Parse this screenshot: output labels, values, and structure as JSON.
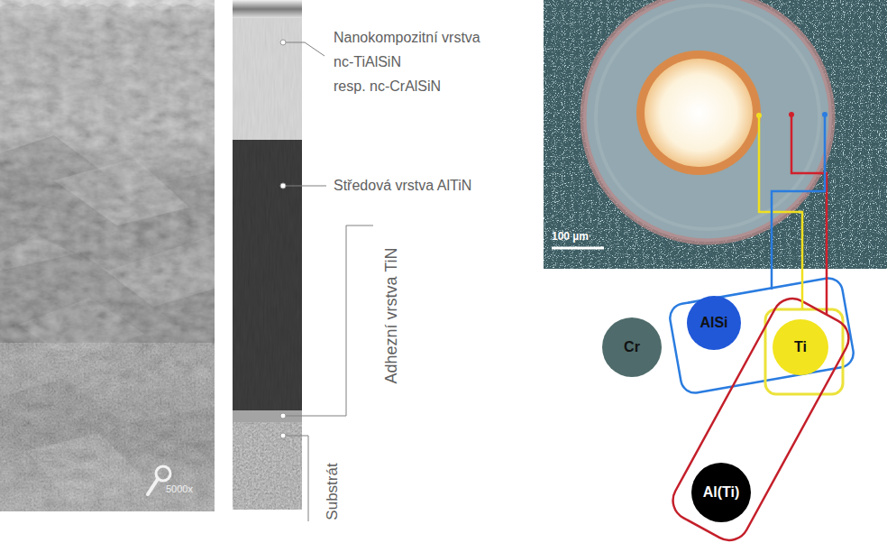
{
  "diagram": {
    "nodes": [
      {
        "text": [
          "Cr"
        ]
      },
      {
        "text": [
          "AlSi"
        ]
      },
      {
        "text": [
          "Ti"
        ]
      },
      {
        "text": [
          "Al(Ti)"
        ]
      }
    ],
    "labels": [
      "Nanokompozitní vrstva nc-TiAlSiN resp. nc-CrAlSiN",
      "Středová vrstva AlTiN",
      "Adhezní vrstva TiN",
      "Substrát",
      "5000x",
      "100 µm"
    ]
  }
}
